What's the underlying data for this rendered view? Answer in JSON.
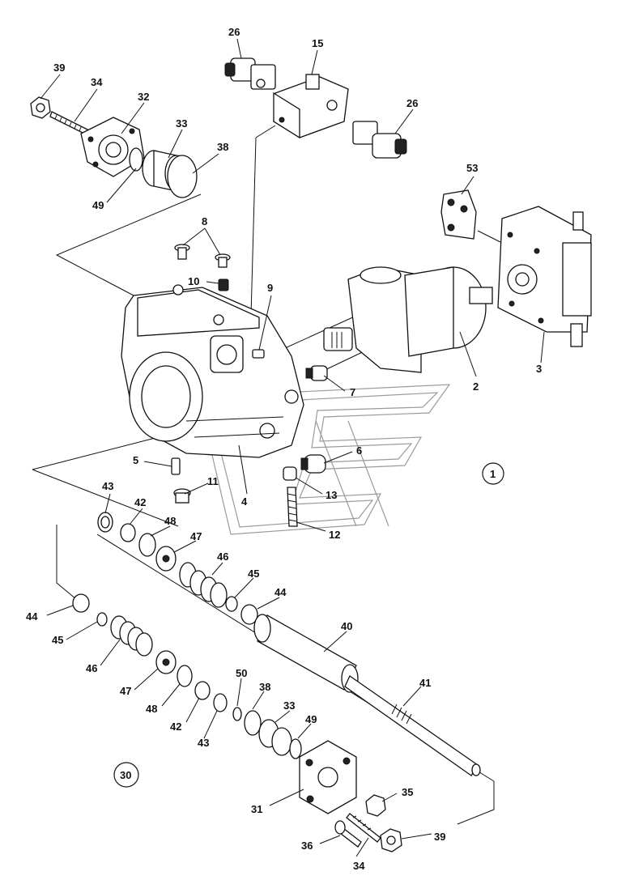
{
  "diagram": {
    "callouts": {
      "c26a": "26",
      "c15": "15",
      "c26b": "26",
      "c39a": "39",
      "c34a": "34",
      "c32": "32",
      "c33a": "33",
      "c38a": "38",
      "c49a": "49",
      "c53": "53",
      "c8": "8",
      "c10": "10",
      "c9": "9",
      "c2": "2",
      "c3": "3",
      "c7": "7",
      "c6": "6",
      "c5": "5",
      "c11": "11",
      "c4": "4",
      "c13": "13",
      "c12": "12",
      "c43a": "43",
      "c42a": "42",
      "c48a": "48",
      "c47a": "47",
      "c46a": "46",
      "c45a": "45",
      "c44a": "44",
      "c40": "40",
      "c41": "41",
      "c44b": "44",
      "c45b": "45",
      "c46b": "46",
      "c47b": "47",
      "c48b": "48",
      "c42b": "42",
      "c43b": "43",
      "c50": "50",
      "c38b": "38",
      "c33b": "33",
      "c49b": "49",
      "c35": "35",
      "c31": "31",
      "c36": "36",
      "c34b": "34",
      "c39b": "39"
    },
    "group_markers": {
      "g1": "1",
      "g30": "30"
    }
  }
}
